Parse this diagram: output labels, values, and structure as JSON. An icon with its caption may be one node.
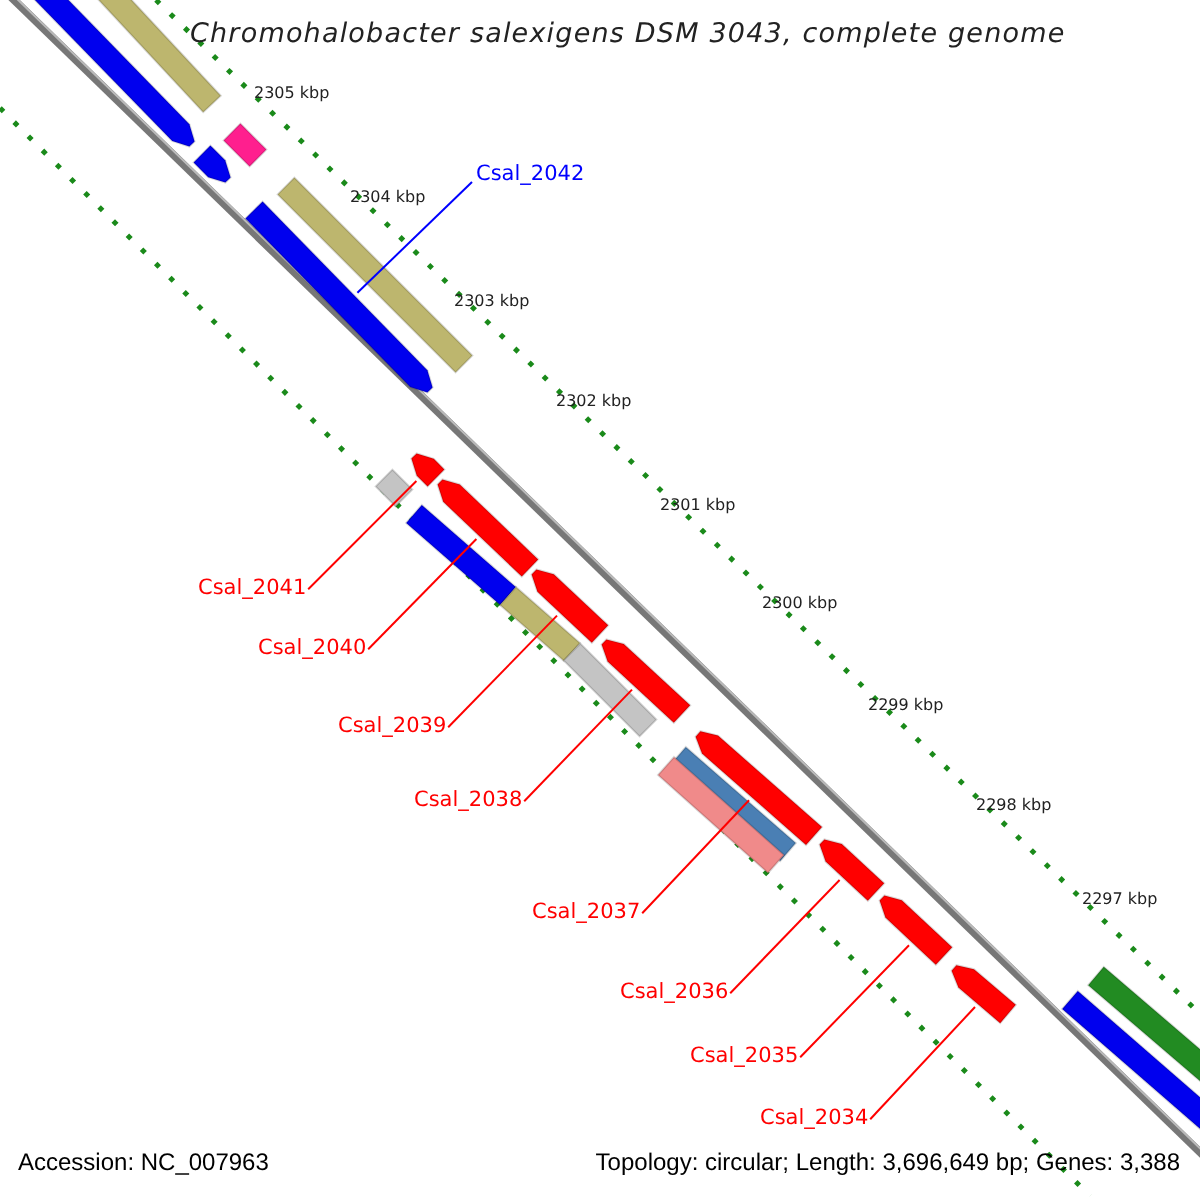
{
  "diagram": {
    "title": "Chromohalobacter salexigens DSM 3043, complete genome",
    "nodes": [
      {
        "text": [
          "Csal_2042"
        ]
      },
      {
        "text": [
          "Csal_2041"
        ]
      },
      {
        "text": [
          "Csal_2040"
        ]
      },
      {
        "text": [
          "Csal_2039"
        ]
      },
      {
        "text": [
          "Csal_2038"
        ]
      },
      {
        "text": [
          "Csal_2037"
        ]
      },
      {
        "text": [
          "Csal_2036"
        ]
      },
      {
        "text": [
          "Csal_2035"
        ]
      },
      {
        "text": [
          "Csal_2034"
        ]
      },
      {
        "text": [],
        "shape": "arrow"
      },
      {
        "text": [],
        "shape": "arrow"
      },
      {
        "text": [],
        "shape": "arrow"
      },
      {
        "text": [],
        "shape": "arrow"
      },
      {
        "text": [],
        "shape": "arrow"
      },
      {
        "text": [],
        "shape": "arrow"
      },
      {
        "text": [],
        "shape": "arrow"
      },
      {
        "text": [],
        "shape": "arrow"
      },
      {
        "text": [],
        "shape": "arrow"
      },
      {
        "text": [],
        "shape": "arrow"
      },
      {
        "text": [],
        "shape": "bar"
      },
      {
        "text": [],
        "shape": "bar"
      },
      {
        "text": [],
        "shape": "arrow"
      },
      {
        "text": [],
        "shape": "bar"
      },
      {
        "text": [],
        "shape": "bar"
      },
      {
        "text": [],
        "shape": "bar"
      },
      {
        "text": [],
        "shape": "bar"
      },
      {
        "text": [],
        "shape": "bar"
      },
      {
        "text": [],
        "shape": "bar"
      },
      {
        "text": [],
        "shape": "bar"
      },
      {
        "text": [],
        "shape": "bar"
      },
      {
        "text": [],
        "shape": "bar"
      }
    ],
    "edges": [
      {
        "from": 0,
        "to": 9,
        "arrow": "none",
        "color": "#0000ff"
      },
      {
        "from": 1,
        "to": 10,
        "arrow": "none"
      },
      {
        "from": 2,
        "to": 11,
        "arrow": "none"
      },
      {
        "from": 3,
        "to": 12,
        "arrow": "none"
      },
      {
        "from": 4,
        "to": 13,
        "arrow": "none"
      },
      {
        "from": 5,
        "to": 14,
        "arrow": "none"
      },
      {
        "from": 6,
        "to": 15,
        "arrow": "none"
      },
      {
        "from": 7,
        "to": 16,
        "arrow": "none"
      },
      {
        "from": 8,
        "to": 17,
        "arrow": "none"
      }
    ],
    "labels": [
      "2305 kbp",
      "2304 kbp",
      "2303 kbp",
      "2302 kbp",
      "2301 kbp",
      "2300 kbp",
      "2299 kbp",
      "2298 kbp",
      "2297 kbp",
      "Accession: NC_007963",
      "Topology: circular; Length: 3,696,649 bp; Genes: 3,388"
    ]
  }
}
